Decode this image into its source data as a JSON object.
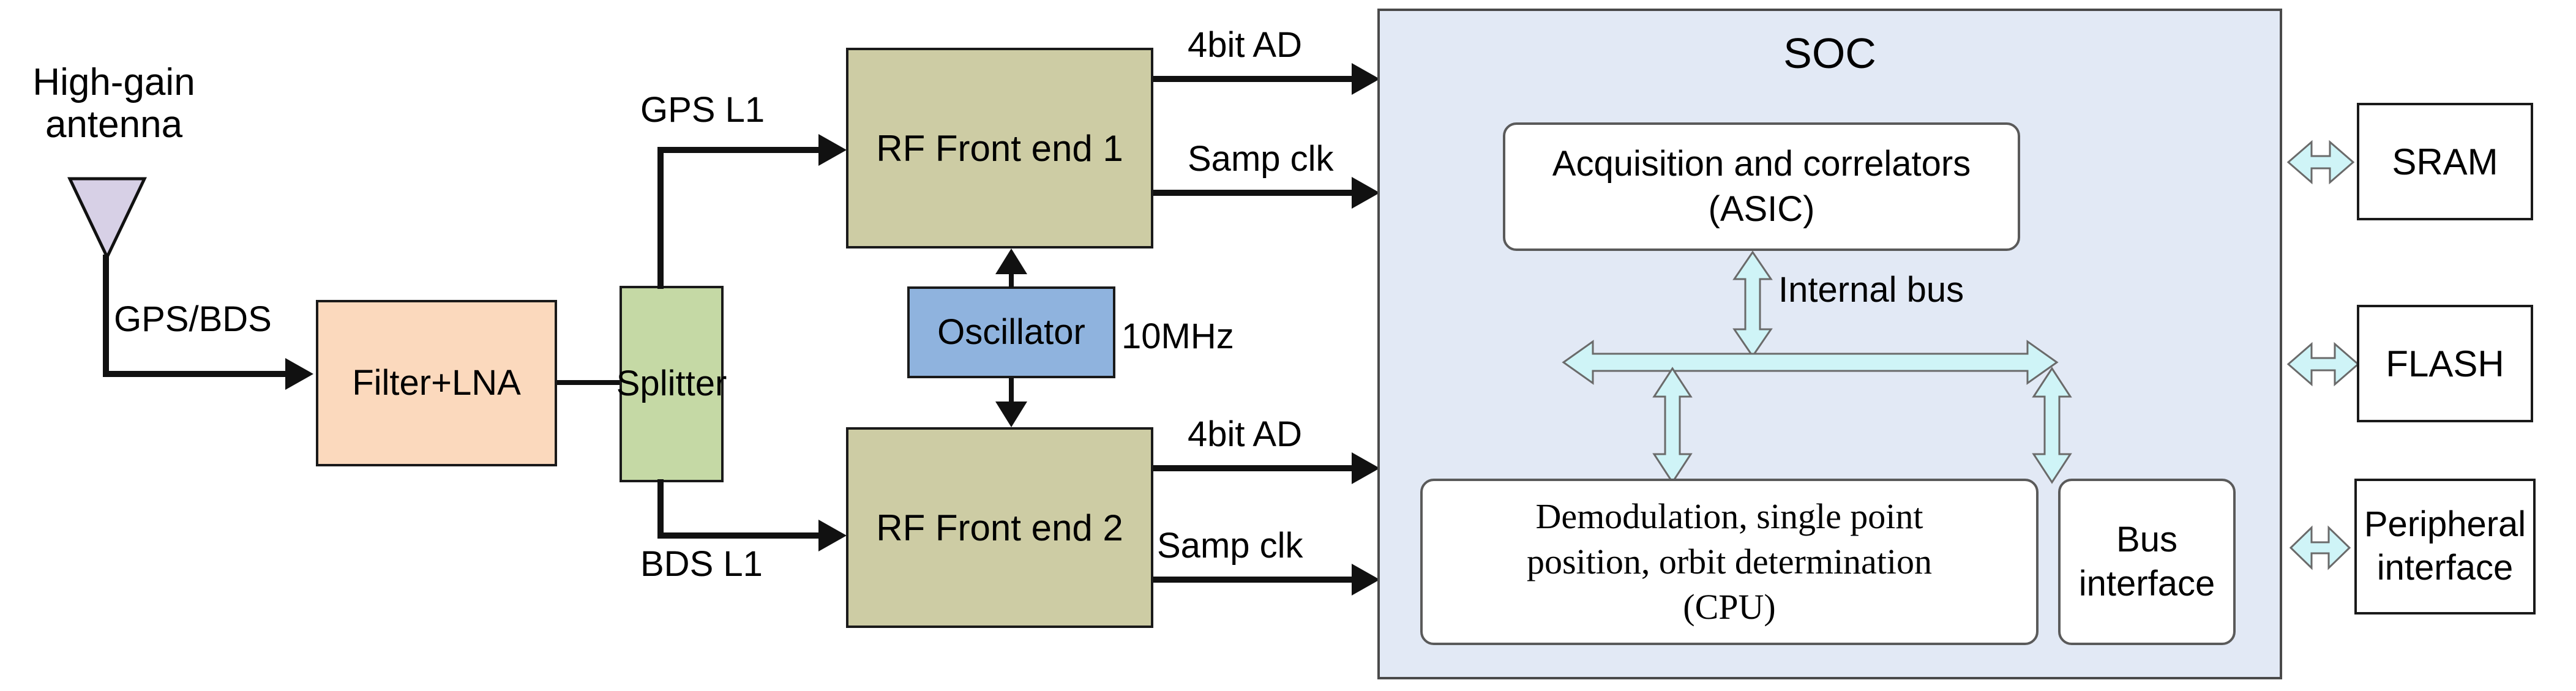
{
  "diagram": {
    "title": "GNSS dual-constellation receiver block diagram",
    "colors": {
      "antenna_fill": "#D7D0E6",
      "filter_lna_fill": "#FBD9BD",
      "splitter_fill": "#C5D9A5",
      "rf_frontend_fill": "#CDCCA4",
      "oscillator_fill": "#8FB3DE",
      "soc_fill": "#E2E9F5",
      "inner_block_fill": "#FFFFFF",
      "bus_arrow_fill": "#CFF4F7",
      "line_color": "#111111"
    }
  },
  "antenna": {
    "label_line1": "High-gain",
    "label_line2": "antenna"
  },
  "rf_chain": {
    "antenna_to_filter_label": "GPS/BDS",
    "filter_lna": "Filter+LNA",
    "splitter": "Splitter",
    "branch_upper_label": "GPS L1",
    "branch_lower_label": "BDS L1",
    "rf_front_end_1": "RF Front end 1",
    "rf_front_end_2": "RF Front end 2",
    "oscillator": "Oscillator",
    "oscillator_freq": "10MHz"
  },
  "rf1_outputs": {
    "ad": "4bit AD",
    "clk": "Samp clk"
  },
  "rf2_outputs": {
    "ad": "4bit AD",
    "clk": "Samp clk"
  },
  "soc": {
    "title": "SOC",
    "asic_line1": "Acquisition and correlators",
    "asic_line2": "(ASIC)",
    "bus_label": "Internal bus",
    "cpu_line1": "Demodulation, single point",
    "cpu_line2": "position, orbit determination",
    "cpu_line3": "(CPU)",
    "bus_interface_line1": "Bus",
    "bus_interface_line2": "interface"
  },
  "peripherals": {
    "sram": "SRAM",
    "flash": "FLASH",
    "peripheral_line1": "Peripheral",
    "peripheral_line2": "interface"
  }
}
